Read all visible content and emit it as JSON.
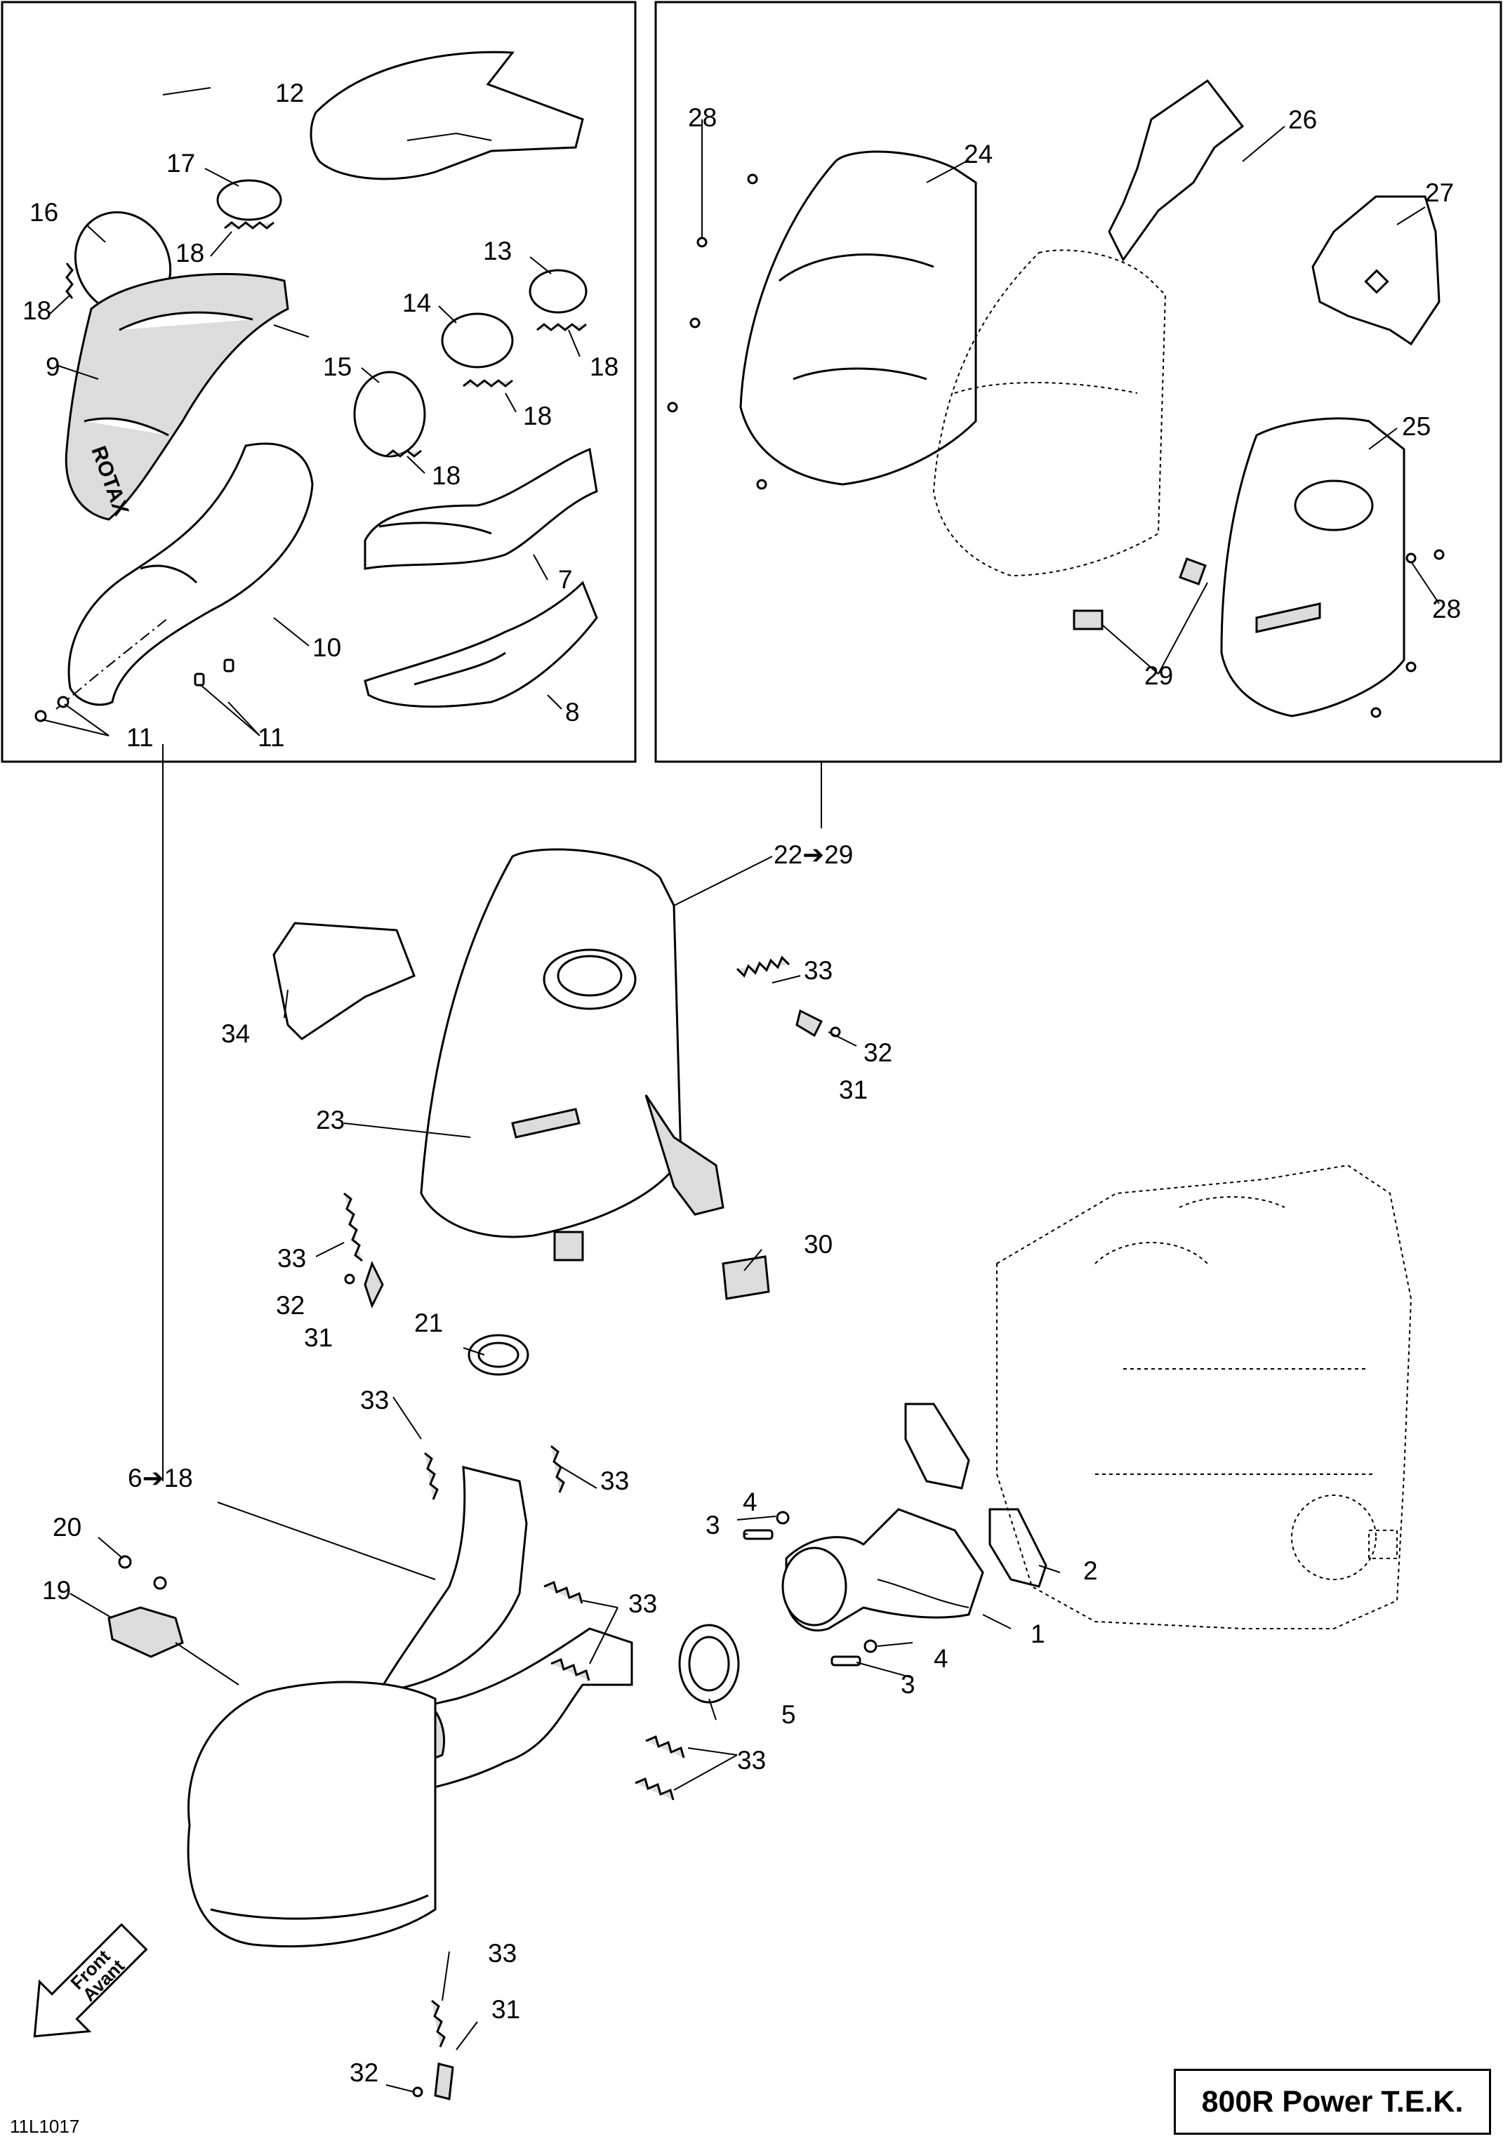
{
  "title": "800R Power T.E.K.",
  "drawing_number": "11L1017",
  "front_arrow": {
    "line1": "Front",
    "line2": "Avant"
  },
  "callouts": {
    "c1": "1",
    "c2": "2",
    "c3a": "3",
    "c3b": "3",
    "c4a": "4",
    "c4b": "4",
    "c5": "5",
    "c6_18": "6➔18",
    "c7": "7",
    "c8": "8",
    "c9": "9",
    "c10": "10",
    "c11a": "11",
    "c11b": "11",
    "c12": "12",
    "c13": "13",
    "c14": "14",
    "c15": "15",
    "c16": "16",
    "c17": "17",
    "c18a": "18",
    "c18b": "18",
    "c18c": "18",
    "c18d": "18",
    "c18e": "18",
    "c19": "19",
    "c20": "20",
    "c21": "21",
    "c22_29": "22➔29",
    "c23": "23",
    "c24": "24",
    "c25": "25",
    "c26": "26",
    "c27": "27",
    "c28a": "28",
    "c28b": "28",
    "c29": "29",
    "c30": "30",
    "c31a": "31",
    "c31b": "31",
    "c31c": "31",
    "c32a": "32",
    "c32b": "32",
    "c32c": "32",
    "c33a": "33",
    "c33b": "33",
    "c33c": "33",
    "c33d": "33",
    "c33e": "33",
    "c33f": "33",
    "c33g": "33",
    "c34": "34"
  }
}
